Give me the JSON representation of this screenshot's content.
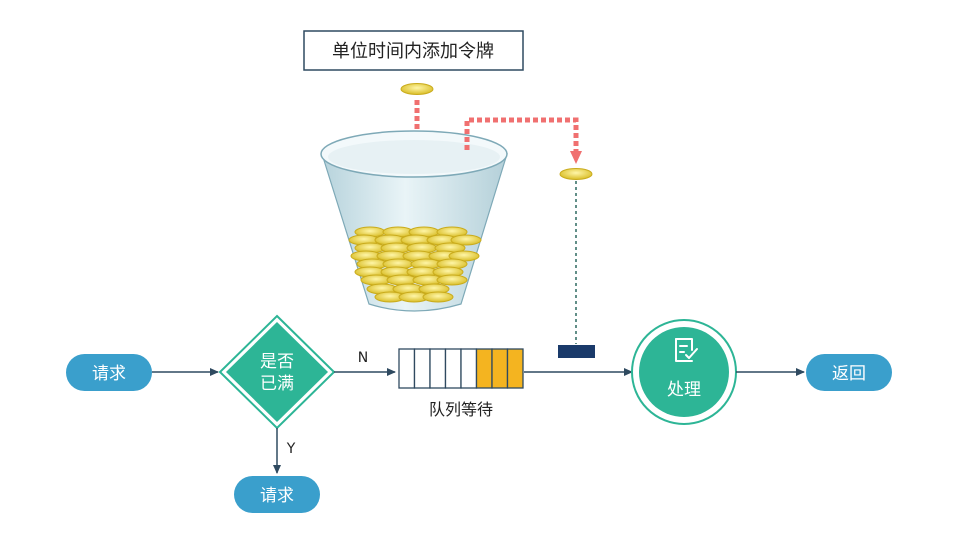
{
  "title_box": "单位时间内添加令牌",
  "request_start": "请求",
  "decision": {
    "line1": "是否",
    "line2": "已满"
  },
  "branch_no": "N",
  "branch_yes": "Y",
  "request_rejected": "请求",
  "queue_label": "队列等待",
  "queue": {
    "total_slots": 8,
    "filled_slots": 3
  },
  "process_label": "处理",
  "return_label": "返回",
  "icons": {
    "process": "document-check-icon",
    "token": "coin-icon"
  },
  "colors": {
    "pill": "#3a9fcc",
    "decision": "#2db596",
    "process": "#2db596",
    "token_arrow": "#f07070",
    "coin": "#e6cd3a",
    "queue_fill": "#f4b420",
    "gate": "#1a3a6a",
    "line": "#2f4a60"
  }
}
